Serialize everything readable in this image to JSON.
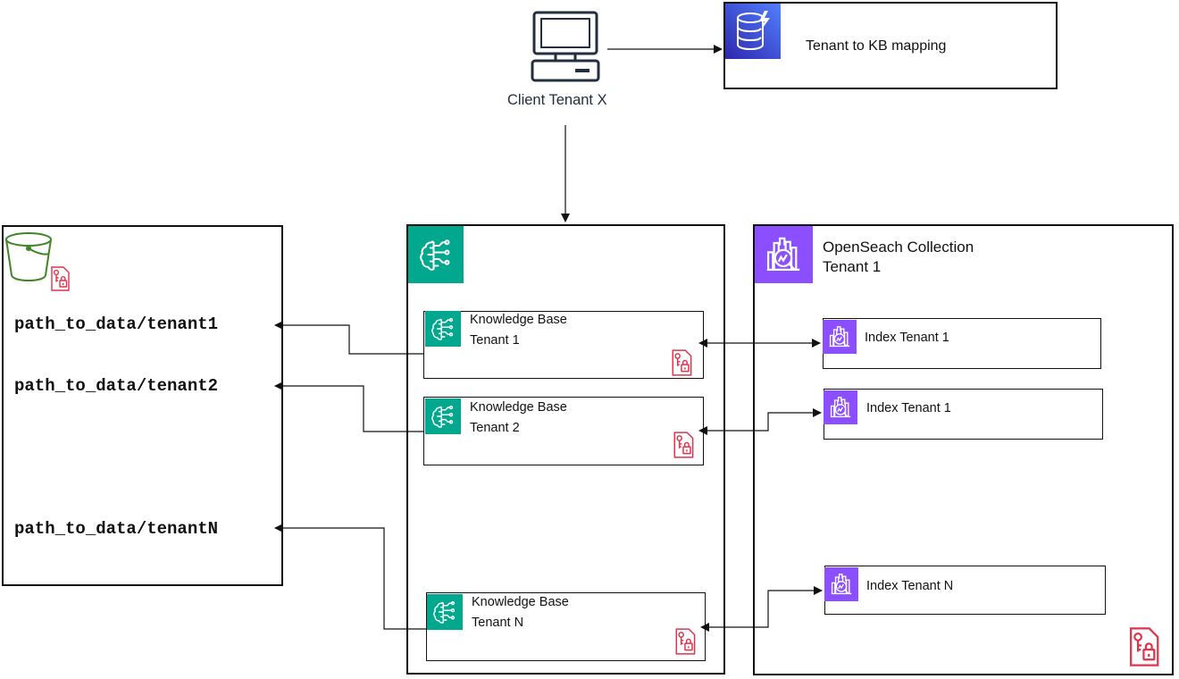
{
  "client": {
    "label": "Client Tenant X",
    "icon": "computer-icon"
  },
  "mapping_table": {
    "label": "Tenant to KB mapping",
    "icon": "dynamodb-icon",
    "color": "#3B48CC"
  },
  "s3_bucket": {
    "icon": "s3-bucket-icon",
    "lock_icon": "encryption-key-icon",
    "paths": [
      "path_to_data/tenant1",
      "path_to_data/tenant2",
      "path_to_data/tenantN"
    ]
  },
  "bedrock": {
    "icon": "bedrock-icon",
    "color": "#01A88D"
  },
  "knowledge_bases": [
    {
      "title": "Knowledge Base",
      "tenant": "Tenant 1"
    },
    {
      "title": "Knowledge Base",
      "tenant": "Tenant 2"
    },
    {
      "title": "Knowledge Base",
      "tenant": "Tenant N"
    }
  ],
  "opensearch": {
    "title_line1": "OpenSeach Collection",
    "title_line2": "Tenant 1",
    "icon": "opensearch-icon",
    "color": "#8C4FFF"
  },
  "indexes": [
    {
      "label": "Index Tenant 1"
    },
    {
      "label": "Index Tenant 1"
    },
    {
      "label": "Index Tenant N"
    }
  ],
  "lock_color": "#DD344C"
}
